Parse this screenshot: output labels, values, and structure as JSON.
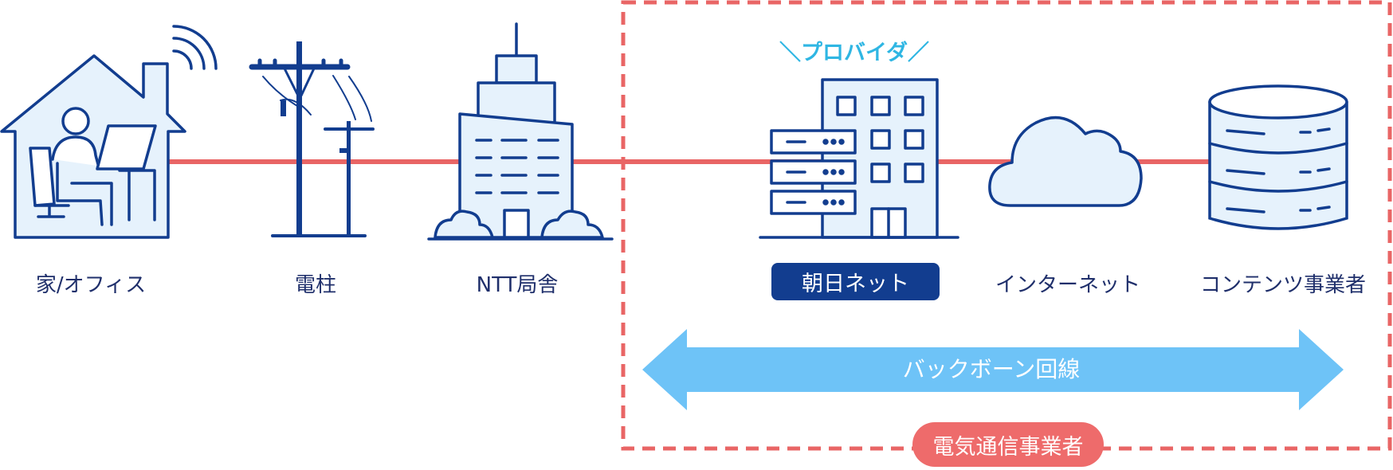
{
  "colors": {
    "navy": "#123d8f",
    "line_red": "#e96565",
    "light_fill": "#e6f2fc",
    "backbone_blue": "#6ec3f7",
    "provider_cyan": "#2fb6e3",
    "telecom_red": "#ee6b6b"
  },
  "nodes": {
    "home": {
      "label": "家/オフィス",
      "icon": "house-with-person-icon"
    },
    "pole": {
      "label": "電柱",
      "icon": "utility-pole-icon"
    },
    "ntt": {
      "label": "NTT局舎",
      "icon": "office-building-icon"
    },
    "asahi": {
      "label": "朝日ネット",
      "icon": "server-building-icon"
    },
    "internet": {
      "label": "インターネット",
      "icon": "cloud-icon"
    },
    "content": {
      "label": "コンテンツ事業者",
      "icon": "database-icon"
    }
  },
  "provider": {
    "tag": "＼プロバイダ／"
  },
  "backbone": {
    "label": "バックボーン回線"
  },
  "telecom": {
    "label": "電気通信事業者"
  }
}
